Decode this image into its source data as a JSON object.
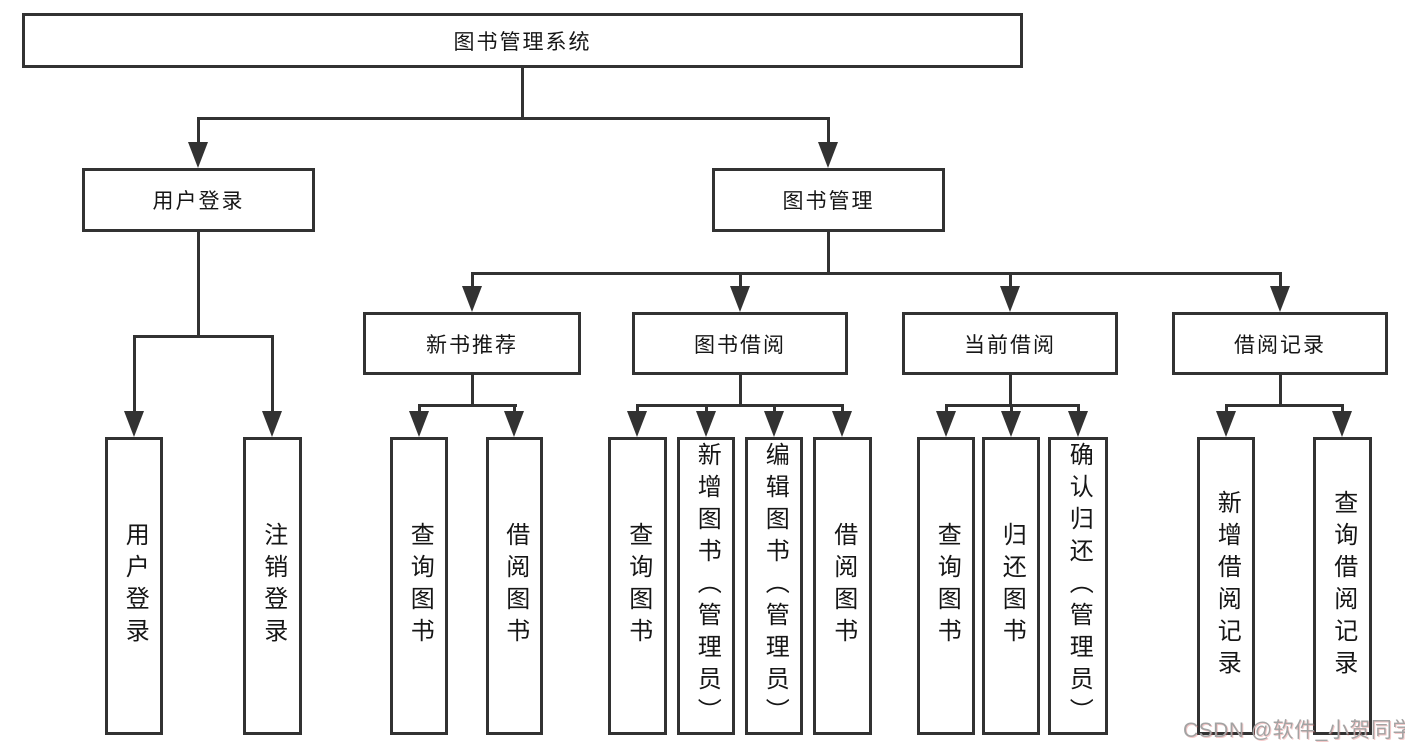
{
  "tree": {
    "root": {
      "label": "图书管理系统"
    },
    "branches": [
      {
        "label": "用户登录",
        "children": [
          {
            "label": "用户登录"
          },
          {
            "label": "注销登录"
          }
        ]
      },
      {
        "label": "图书管理",
        "children": [
          {
            "label": "新书推荐",
            "children": [
              {
                "label": "查询图书"
              },
              {
                "label": "借阅图书"
              }
            ]
          },
          {
            "label": "图书借阅",
            "children": [
              {
                "label": "查询图书"
              },
              {
                "label": "新增图书（管理员）"
              },
              {
                "label": "编辑图书（管理员）"
              },
              {
                "label": "借阅图书"
              }
            ]
          },
          {
            "label": "当前借阅",
            "children": [
              {
                "label": "查询图书"
              },
              {
                "label": "归还图书"
              },
              {
                "label": "确认归还（管理员）"
              }
            ]
          },
          {
            "label": "借阅记录",
            "children": [
              {
                "label": "新增借阅记录"
              },
              {
                "label": "查询借阅记录"
              }
            ]
          }
        ]
      }
    ]
  },
  "watermark": {
    "text": "CSDN @软件_小贺同学"
  },
  "colors": {
    "line": "#323232",
    "text": "#161616",
    "watermark": "#a3a3a3"
  }
}
